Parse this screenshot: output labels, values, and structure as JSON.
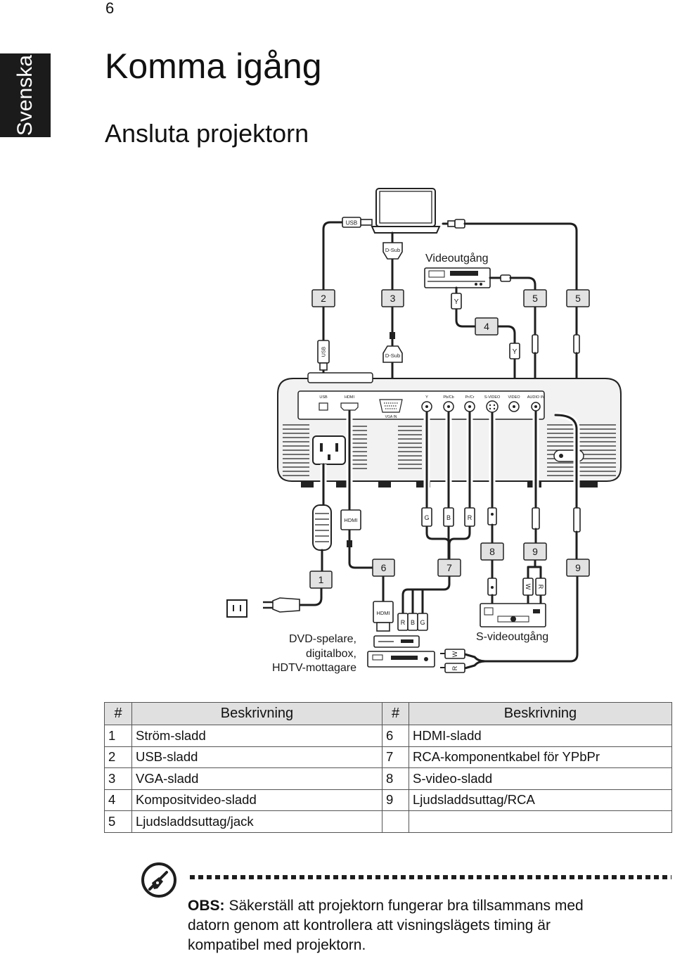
{
  "page_number": "6",
  "language_tab": "Svenska",
  "title": "Komma igång",
  "subtitle": "Ansluta projektorn",
  "diagram": {
    "labels": {
      "video_out": "Videoutgång",
      "s_video_out": "S-videoutgång",
      "dvd_line1": "DVD-spelare,",
      "dvd_line2": "digitalbox,",
      "dvd_line3": "HDTV-mottagare"
    },
    "callouts": {
      "c1": "1",
      "c2": "2",
      "c3": "3",
      "c4": "4",
      "c5a": "5",
      "c5b": "5",
      "c6": "6",
      "c7": "7",
      "c8": "8",
      "c9a": "9",
      "c9b": "9"
    },
    "connectors": {
      "usb_top": "USB",
      "usb_bottom": "USB",
      "dsub_top": "D-Sub",
      "dsub_bottom": "D-Sub",
      "y_top": "Y",
      "y_bottom": "Y",
      "hdmi_top": "HDMI",
      "hdmi_bottom": "HDMI",
      "g_top": "G",
      "b_top": "B",
      "r_top": "R",
      "r_bottom": "R",
      "b_bottom": "B",
      "g_bottom": "G",
      "w_audio": "W",
      "r_audio": "R",
      "w_right": "W",
      "r_right": "R"
    },
    "ports": {
      "usb": "USB",
      "hdmi": "HDMI",
      "vga": "VGA IN",
      "y": "Y",
      "pb": "Pb/Cb",
      "pr": "Pr/Cr",
      "svideo": "S-VIDEO",
      "video": "VIDEO",
      "audio": "AUDIO IN"
    }
  },
  "table": {
    "headers": [
      "#",
      "Beskrivning",
      "#",
      "Beskrivning"
    ],
    "rows": [
      [
        "1",
        "Ström-sladd",
        "6",
        "HDMI-sladd"
      ],
      [
        "2",
        "USB-sladd",
        "7",
        "RCA-komponentkabel för YPbPr"
      ],
      [
        "3",
        "VGA-sladd",
        "8",
        "S-video-sladd"
      ],
      [
        "4",
        "Kompositvideo-sladd",
        "9",
        "Ljudsladdsuttag/RCA"
      ],
      [
        "5",
        "Ljudsladdsuttag/jack",
        "",
        ""
      ]
    ]
  },
  "note": {
    "label": "OBS:",
    "lines": [
      "Säkerställ att projektorn fungerar bra tillsammans med",
      "datorn genom att kontrollera att visningslägets timing är",
      "kompatibel med projektorn."
    ]
  }
}
